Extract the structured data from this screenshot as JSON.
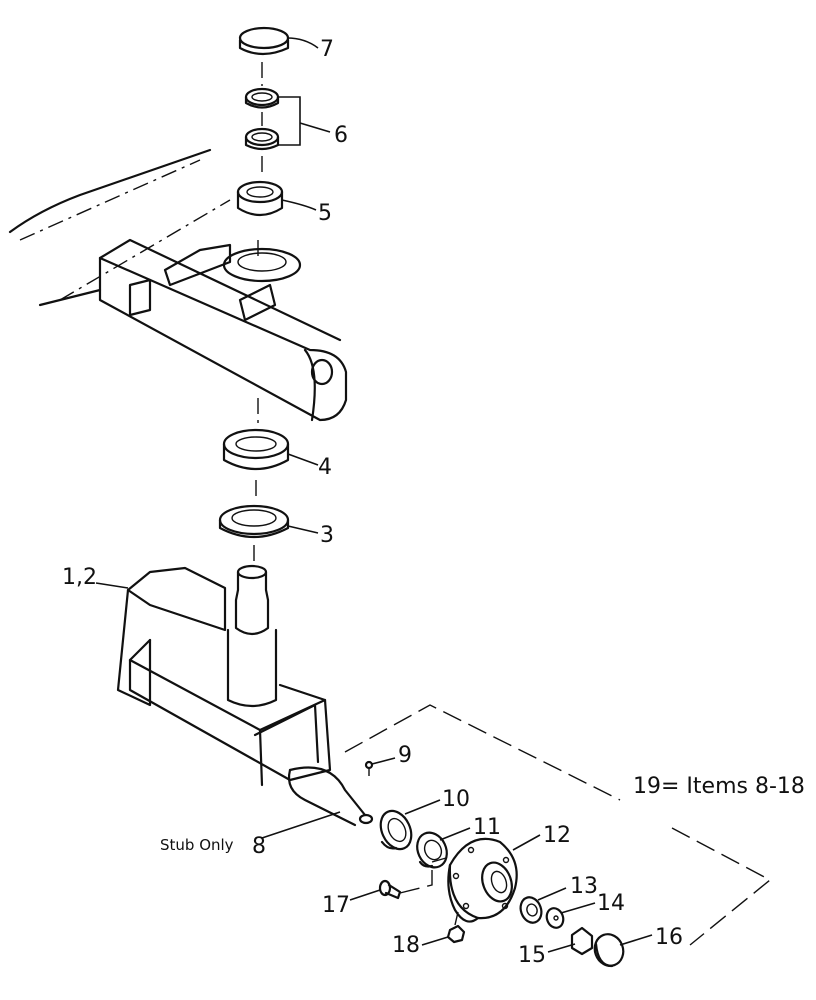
{
  "callouts": [
    {
      "id": "c7",
      "text": "7"
    },
    {
      "id": "c6",
      "text": "6"
    },
    {
      "id": "c5",
      "text": "5"
    },
    {
      "id": "c4",
      "text": "4"
    },
    {
      "id": "c3",
      "text": "3"
    },
    {
      "id": "c12b",
      "text": "1,2"
    },
    {
      "id": "c9",
      "text": "9"
    },
    {
      "id": "c10",
      "text": "10"
    },
    {
      "id": "c11",
      "text": "11"
    },
    {
      "id": "c12",
      "text": "12"
    },
    {
      "id": "c13",
      "text": "13"
    },
    {
      "id": "c14",
      "text": "14"
    },
    {
      "id": "c15",
      "text": "15"
    },
    {
      "id": "c16",
      "text": "16"
    },
    {
      "id": "c17",
      "text": "17"
    },
    {
      "id": "c18",
      "text": "18"
    }
  ],
  "stub_label": "Stub Only",
  "stub_number": "8",
  "kit_label": "19= Items 8-18"
}
